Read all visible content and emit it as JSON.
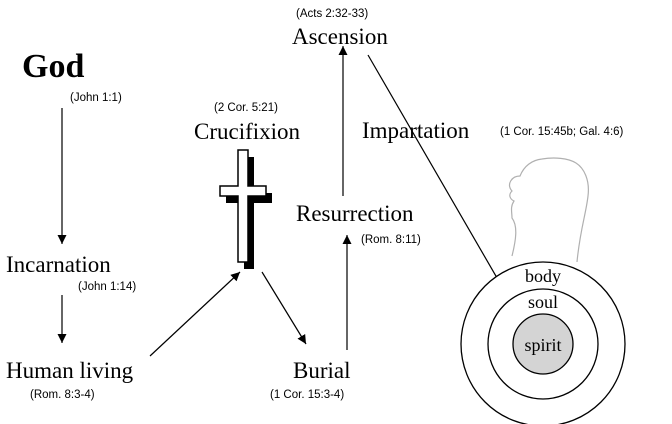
{
  "diagram": {
    "god": {
      "label": "God",
      "ref": "(John 1:1)"
    },
    "incarnation": {
      "label": "Incarnation",
      "ref": "(John 1:14)"
    },
    "human_living": {
      "label": "Human living",
      "ref": "(Rom. 8:3-4)"
    },
    "crucifixion": {
      "label": "Crucifixion",
      "ref": "(2 Cor. 5:21)"
    },
    "burial": {
      "label": "Burial",
      "ref": "(1 Cor. 15:3-4)"
    },
    "resurrection": {
      "label": "Resurrection",
      "ref": "(Rom. 8:11)"
    },
    "ascension": {
      "label": "Ascension",
      "ref": "(Acts 2:32-33)"
    },
    "impartation": {
      "label": "Impartation",
      "ref": "(1 Cor. 15:45b; Gal. 4:6)"
    },
    "person": {
      "body": "body",
      "soul": "soul",
      "spirit": "spirit"
    }
  },
  "colors": {
    "spirit_fill": "#d4d4d4",
    "line": "#000000",
    "head_outline": "#b0b0b0"
  }
}
